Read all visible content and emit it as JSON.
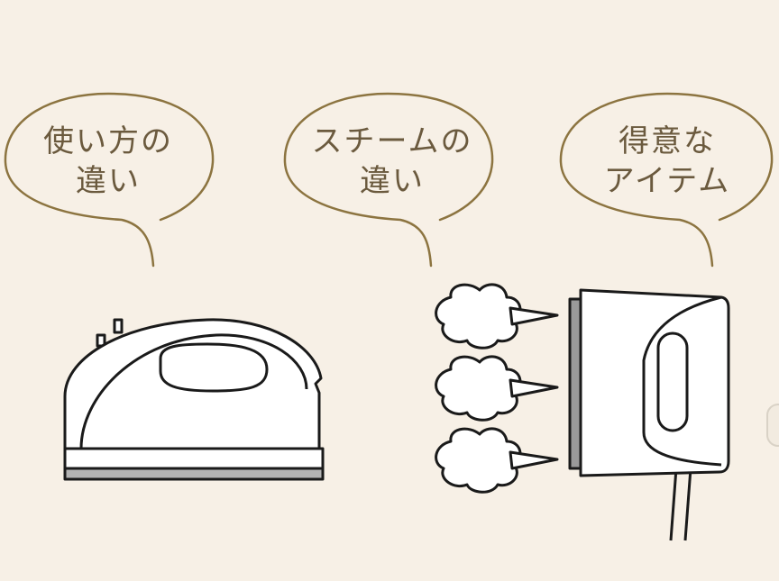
{
  "bubbles": [
    {
      "line1": "使い方の",
      "line2": "違い"
    },
    {
      "line1": "スチームの",
      "line2": "違い"
    },
    {
      "line1": "得意な",
      "line2": "アイテム"
    }
  ],
  "colors": {
    "background": "#f7f0e6",
    "bubble_stroke": "#8c7440",
    "text": "#6b5a3e",
    "outline": "#1a1a1a"
  },
  "icons": [
    "flat-iron-icon",
    "steam-cloud-icon",
    "handheld-steamer-icon"
  ]
}
